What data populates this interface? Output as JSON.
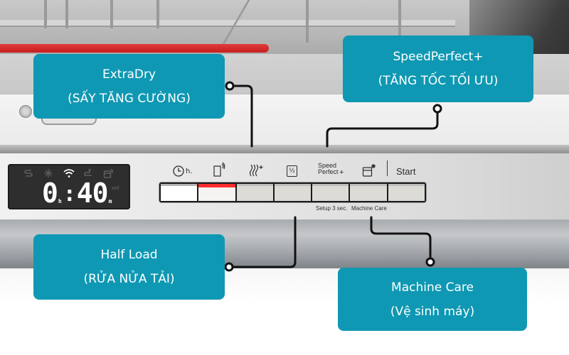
{
  "display": {
    "status_icons": [
      {
        "name": "rinse-aid-icon",
        "glyph": "S",
        "active": false
      },
      {
        "name": "sun-icon",
        "glyph": "☼",
        "active": false
      },
      {
        "name": "wifi-icon",
        "glyph": "wifi",
        "active": true
      },
      {
        "name": "tap-icon",
        "glyph": "⌐",
        "active": false
      },
      {
        "name": "machine-care-icon",
        "glyph": "▣",
        "active": false
      }
    ],
    "time": {
      "hours": "0",
      "hours_unit": "h",
      "minutes_tens": "4",
      "minutes_ones": "0",
      "minutes_unit": "m"
    },
    "set_label": "set"
  },
  "controls": {
    "timer_label": "h.",
    "speed_label_line1": "Speed",
    "speed_label_line2": "Perfect",
    "speed_plus": "+",
    "extradry_plus": "+",
    "half_load_label": "½",
    "start_label": "Start",
    "captions": {
      "setup": "Setup 3 sec.",
      "machine_care": "Machine Care"
    },
    "buttons": [
      {
        "id": "timer",
        "state": "white"
      },
      {
        "id": "remote",
        "state": "active"
      },
      {
        "id": "extradry",
        "state": "normal"
      },
      {
        "id": "half-load",
        "state": "normal"
      },
      {
        "id": "speedperfect",
        "state": "normal"
      },
      {
        "id": "machine-care",
        "state": "normal"
      },
      {
        "id": "start",
        "state": "normal"
      }
    ],
    "active_indicator_color": "#ff2d2d"
  },
  "callouts": {
    "extradry": {
      "title": "ExtraDry",
      "subtitle": "(SẤY TĂNG CƯỜNG)"
    },
    "speedperfect": {
      "title": "SpeedPerfect+",
      "subtitle": "(TĂNG TỐC TỐI ƯU)"
    },
    "half_load": {
      "title": "Half Load",
      "subtitle": "(RỬA NỬA TẢI)"
    },
    "machine_care": {
      "title": "Machine Care",
      "subtitle": "(Vệ sinh máy)"
    }
  },
  "colors": {
    "callout_bg": "#0f98b3",
    "callout_text": "#ffffff",
    "connector": "#111111",
    "door_seal": "#d42a2a"
  }
}
